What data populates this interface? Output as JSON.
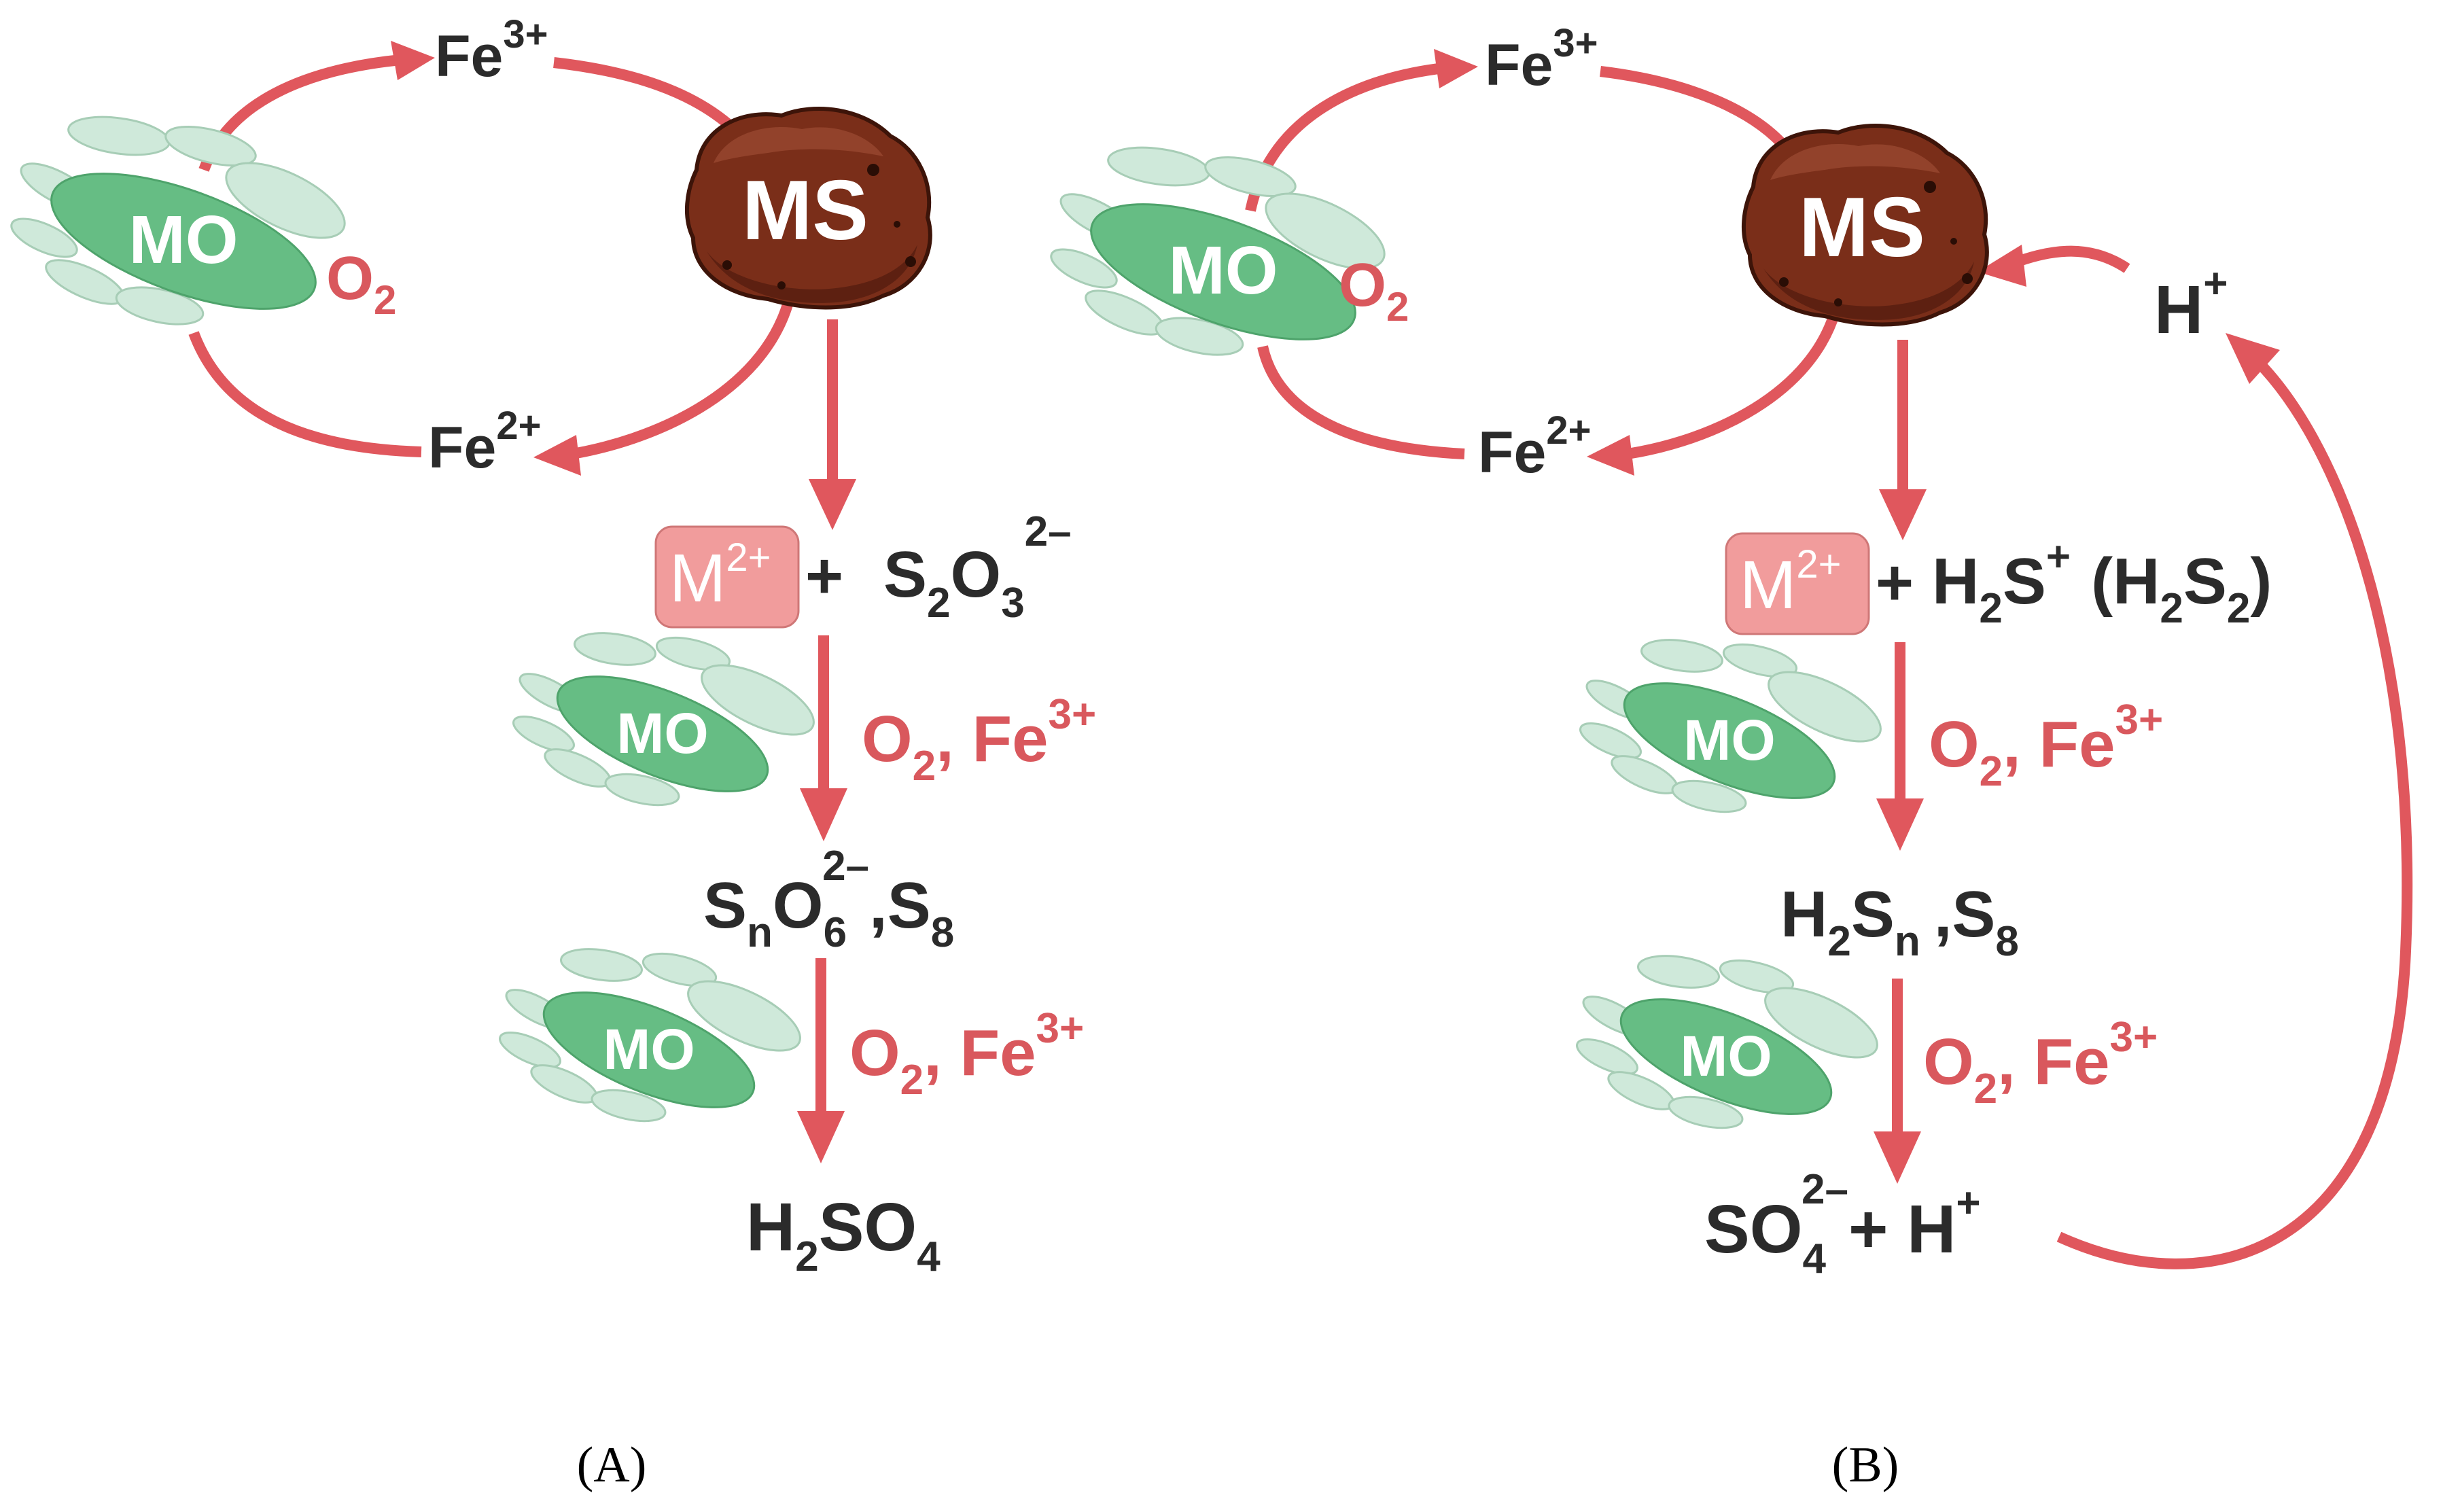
{
  "labels": {
    "mo": "MO",
    "ms": "MS",
    "m": "M",
    "m_charge": "2+",
    "o2": "O",
    "sub2": "2",
    "fe": "Fe",
    "fe3": "3+",
    "fe2": "2+",
    "plus": "+",
    "comma": ",",
    "o2_fe3_sep": ", Fe"
  },
  "panel_a": {
    "label": "(A)",
    "thiosulfate": {
      "s": "S",
      "s_sub": "2",
      "o": "O",
      "o_sub": "3",
      "charge": "2–"
    },
    "polythionate": {
      "s": "S",
      "s_sub": "n",
      "o": "O",
      "o_sub": "6",
      "charge": "2–",
      "s8": "S",
      "s8_sub": "8"
    },
    "product": {
      "h": "H",
      "h_sub": "2",
      "s": "S",
      "o": "O",
      "o_sub": "4"
    }
  },
  "panel_b": {
    "label": "(B)",
    "h_plus_top": {
      "h": "H",
      "charge": "+"
    },
    "polysulfide_cation": {
      "h": "H",
      "h_sub": "2",
      "s": "S",
      "charge": "+",
      "paren_open": "(H",
      "h2_sub": "2",
      "s2": "S",
      "s2_sub": "2",
      "paren_close": ")"
    },
    "polysulfide": {
      "h": "H",
      "h_sub": "2",
      "s": "S",
      "s_sub": "n",
      "s8": ",S",
      "s8_sub": "8"
    },
    "product": {
      "so": "SO",
      "o_sub": "4",
      "charge": "2–",
      "plus": "+ H",
      "h_charge": "+"
    }
  },
  "colors": {
    "arrow": "#e0575d",
    "ms_particle": "#7a2e19",
    "mo_cell": "#66bd84",
    "mo_halo": "#cfe9da",
    "m_box": "#f19c9c",
    "text": "#2b2b2b"
  }
}
